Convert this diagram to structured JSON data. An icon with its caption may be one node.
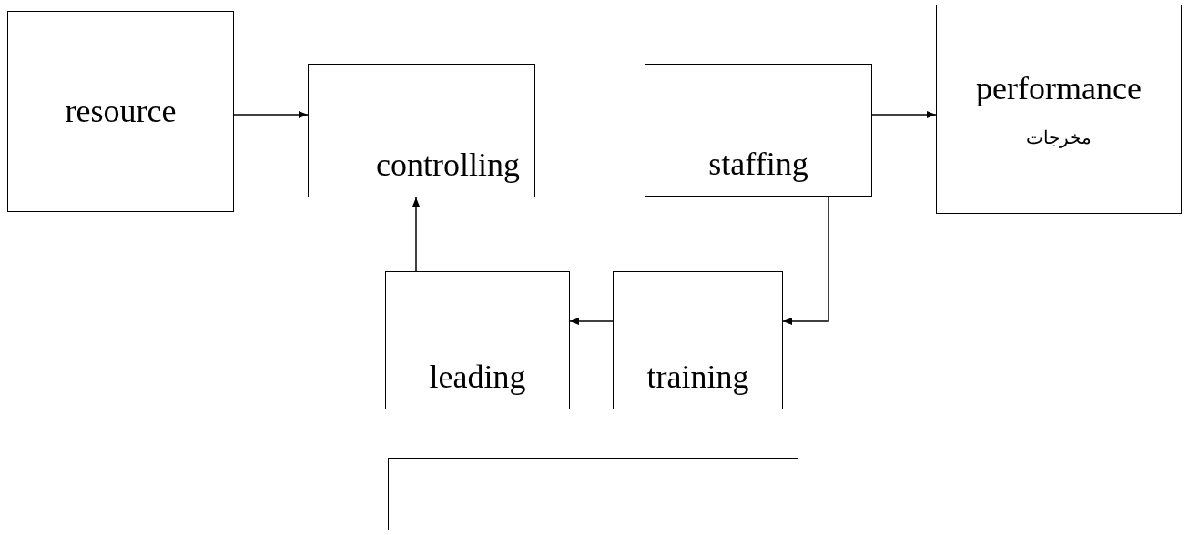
{
  "diagram": {
    "nodes": [
      {
        "text": [
          "resource"
        ]
      },
      {
        "text": [
          "controlling"
        ]
      },
      {
        "text": [
          "staffing"
        ]
      },
      {
        "text": [
          "performance",
          "مخرجات"
        ]
      },
      {
        "text": [
          "leading"
        ]
      },
      {
        "text": [
          "training"
        ]
      },
      {
        "text": [],
        "shape": "box"
      }
    ],
    "edges": [
      {
        "from": 0,
        "to": 1,
        "arrow": "to"
      },
      {
        "from": 2,
        "to": 3,
        "arrow": "to"
      },
      {
        "from": 2,
        "to": 5,
        "arrow": "to"
      },
      {
        "from": 5,
        "to": 4,
        "arrow": "to"
      },
      {
        "from": 4,
        "to": 1,
        "arrow": "to"
      }
    ]
  }
}
